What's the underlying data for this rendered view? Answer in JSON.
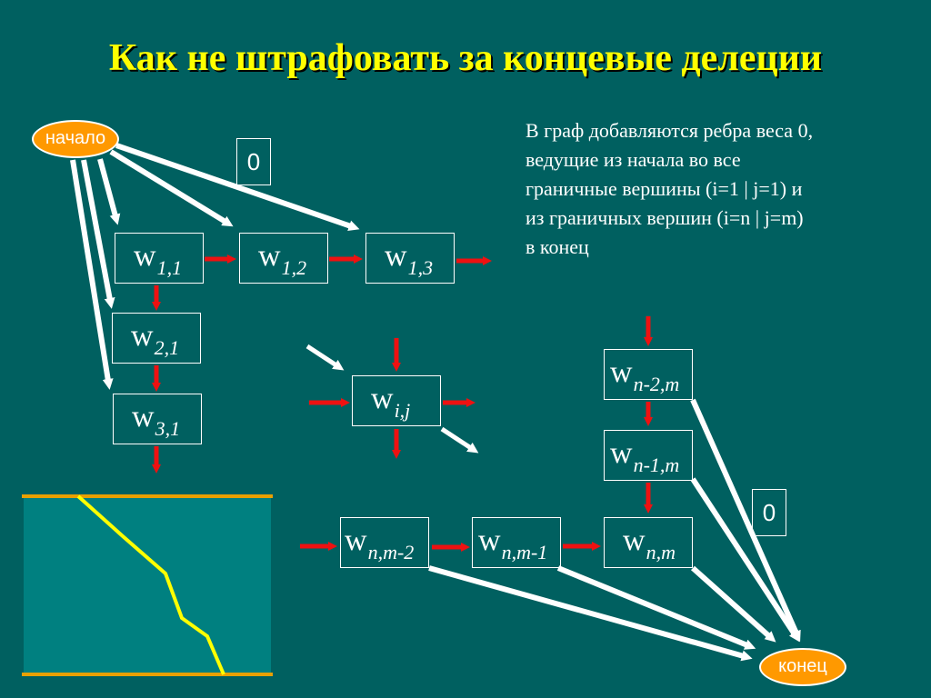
{
  "title": "Как не штрафовать за концевые делеции",
  "description": [
    "В граф добавляются ребра веса 0,",
    "ведущие из начала во все",
    "граничные вершины (i=1 | j=1) и",
    "из граничных вершин (i=n | j=m)",
    "в конец"
  ],
  "start_label": "начало",
  "end_label": "конец",
  "zero_label_top": "0",
  "zero_label_right": "0",
  "nodes": {
    "w11": {
      "base": "w",
      "sub": "1,1"
    },
    "w12": {
      "base": "w",
      "sub": "1,2"
    },
    "w13": {
      "base": "w",
      "sub": "1,3"
    },
    "w21": {
      "base": "w",
      "sub": "2,1"
    },
    "w31": {
      "base": "w",
      "sub": "3,1"
    },
    "wij": {
      "base": "w",
      "sub": "i,j"
    },
    "wn2m": {
      "base": "w",
      "sub": "n-2,m"
    },
    "wn1m": {
      "base": "w",
      "sub": "n-1,m"
    },
    "wnm": {
      "base": "w",
      "sub": "n,m"
    },
    "wnm2": {
      "base": "w",
      "sub": "n,m-2"
    },
    "wnm1": {
      "base": "w",
      "sub": "n,m-1"
    }
  },
  "colors": {
    "background": "#006060",
    "title": "#ffff00",
    "red_arrow": "#ee1111",
    "white_edge": "#ffffff",
    "terminal_fill": "#ff9900",
    "inset_border": "#e8a000",
    "inset_path": "#ffff00",
    "inset_fill": "#008080"
  }
}
